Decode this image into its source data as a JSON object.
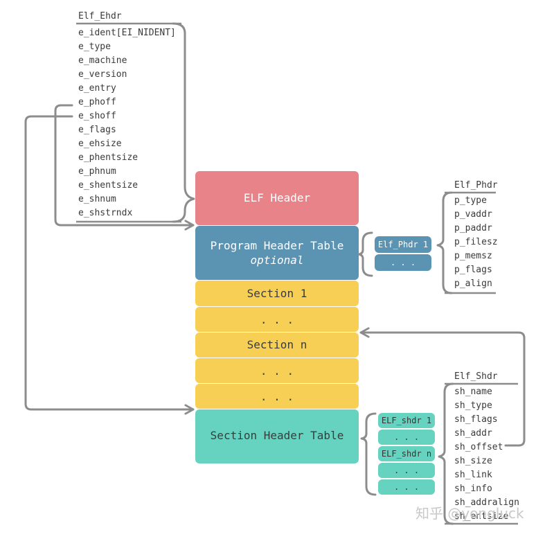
{
  "colors": {
    "elf_header": "#e8838a",
    "program_header_table": "#5b93b3",
    "section": "#f8cf55",
    "section_header_table": "#66d3c1",
    "line": "#8c8c8c"
  },
  "ehdr": {
    "title": "Elf_Ehdr",
    "fields": [
      "e_ident[EI_NIDENT]",
      "e_type",
      "e_machine",
      "e_version",
      "e_entry",
      "e_phoff",
      "e_shoff",
      "e_flags",
      "e_ehsize",
      "e_phentsize",
      "e_phnum",
      "e_shentsize",
      "e_shnum",
      "e_shstrndx"
    ]
  },
  "blocks": {
    "elf_header": "ELF Header",
    "program_header_table": "Program Header Table",
    "program_header_table_sub": "optional",
    "section_1": "Section 1",
    "dots_1": ". . .",
    "section_n": "Section n",
    "dots_2": ". . .",
    "dots_3": ". . .",
    "section_header_table": "Section Header Table"
  },
  "phdr_entries": [
    "Elf_Phdr 1",
    ". . ."
  ],
  "shdr_entries": [
    "ELF_shdr 1",
    ". . .",
    "ELF_shdr n",
    ". . .",
    ". . ."
  ],
  "phdr": {
    "title": "Elf_Phdr",
    "fields": [
      "p_type",
      "p_vaddr",
      "p_paddr",
      "p_filesz",
      "p_memsz",
      "p_flags",
      "p_align"
    ]
  },
  "shdr": {
    "title": "Elf_Shdr",
    "fields": [
      "sh_name",
      "sh_type",
      "sh_flags",
      "sh_addr",
      "sh_offset",
      "sh_size",
      "sh_link",
      "sh_info",
      "sh_addralign",
      "sh_entsize"
    ]
  },
  "watermark": "知乎 @yongluck"
}
